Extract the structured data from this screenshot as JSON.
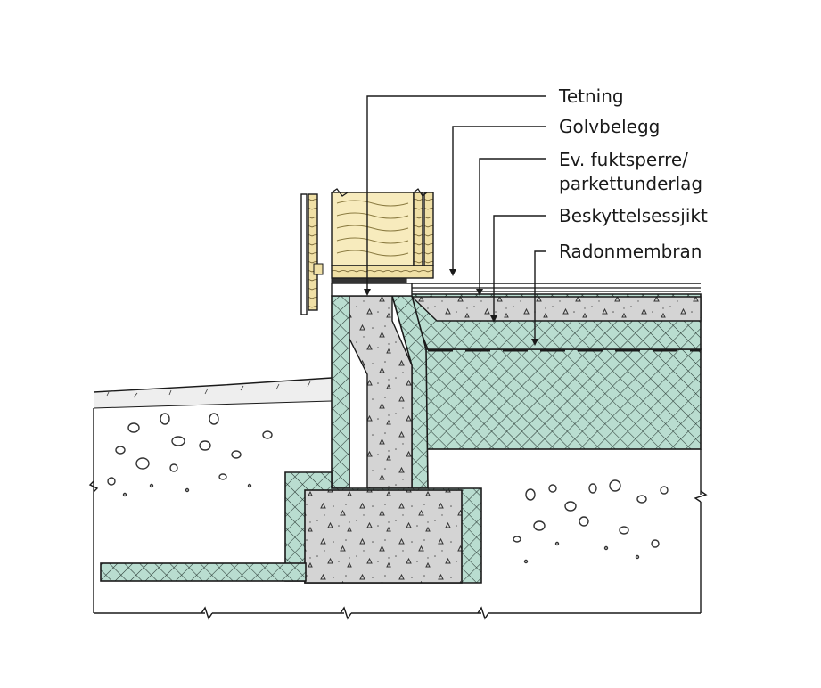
{
  "labels": {
    "tetning": "Tetning",
    "golvbelegg": "Golvbelegg",
    "fuktsperre_line1": "Ev. fuktsperre/",
    "fuktsperre_line2": "parkettunderlag",
    "beskyttelsessjikt": "Beskyttelsessjikt",
    "radonmembran": "Radonmembran"
  },
  "colors": {
    "insulation": "#b9ddd0",
    "concrete": "#d4d4d4",
    "wood": "#f0e0a6",
    "soil": "#ffffff",
    "line": "#1a1a1a"
  },
  "icons": {
    "concrete_aggregate": "triangle-glyph",
    "insulation_pattern": "crosshatch",
    "gravel_fill": "pebble-circles",
    "break_line": "zigzag-break"
  }
}
